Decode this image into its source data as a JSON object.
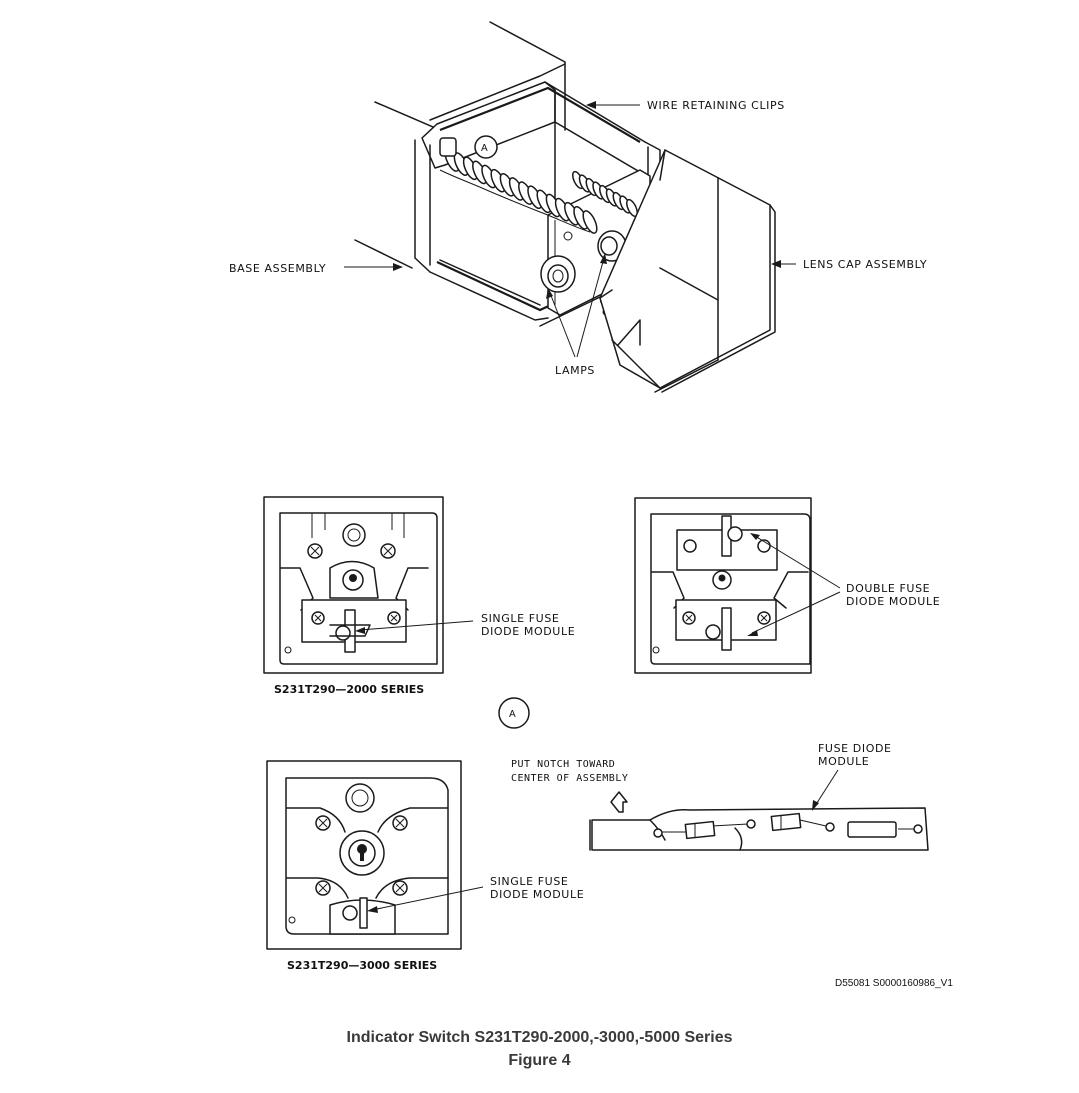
{
  "labels": {
    "wire_retaining_clips": "WIRE RETAINING CLIPS",
    "base_assembly": "BASE ASSEMBLY",
    "lens_cap_assembly": "LENS CAP ASSEMBLY",
    "lamps": "LAMPS",
    "single_fuse_1_line1": "SINGLE FUSE",
    "single_fuse_1_line2": "DIODE MODULE",
    "double_fuse_line1": "DOUBLE FUSE",
    "double_fuse_line2": "DIODE MODULE",
    "series_2000": "S231T290—2000 SERIES",
    "detail_marker": "A",
    "detail_marker_small": "A",
    "notch_line1": "PUT NOTCH TOWARD",
    "notch_line2": "CENTER OF ASSEMBLY",
    "fuse_diode_line1": "FUSE DIODE",
    "fuse_diode_line2": "MODULE",
    "single_fuse_2_line1": "SINGLE FUSE",
    "single_fuse_2_line2": "DIODE MODULE",
    "series_3000": "S231T290—3000 SERIES",
    "drawing_ref": "D55081 S0000160986_V1"
  },
  "caption": {
    "title": "Indicator Switch S231T290-2000,-3000,-5000 Series",
    "figure": "Figure 4"
  }
}
